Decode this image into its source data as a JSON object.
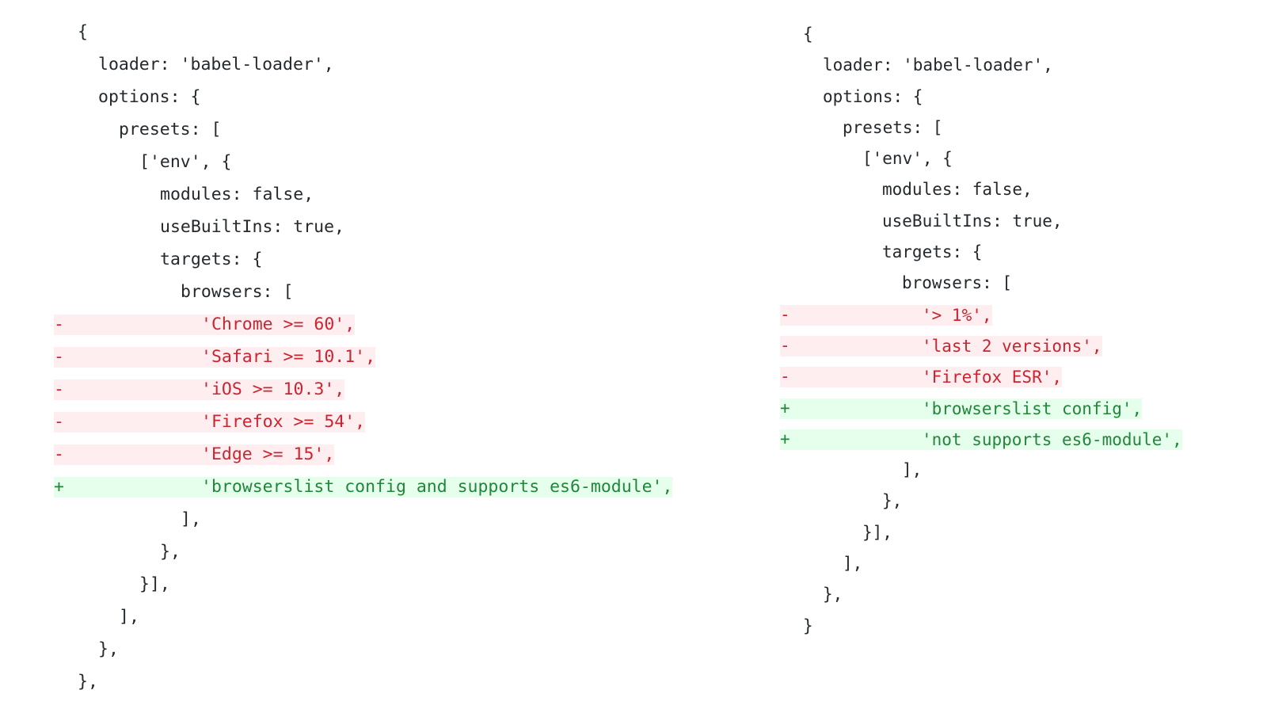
{
  "left_diff": {
    "lines": [
      {
        "type": "ctx",
        "marker": "",
        "indent": 1,
        "text": "{"
      },
      {
        "type": "ctx",
        "marker": "",
        "indent": 2,
        "text": "loader: 'babel-loader',"
      },
      {
        "type": "ctx",
        "marker": "",
        "indent": 2,
        "text": "options: {"
      },
      {
        "type": "ctx",
        "marker": "",
        "indent": 3,
        "text": "presets: ["
      },
      {
        "type": "ctx",
        "marker": "",
        "indent": 4,
        "text": "['env', {"
      },
      {
        "type": "ctx",
        "marker": "",
        "indent": 5,
        "text": "modules: false,"
      },
      {
        "type": "ctx",
        "marker": "",
        "indent": 5,
        "text": "useBuiltIns: true,"
      },
      {
        "type": "ctx",
        "marker": "",
        "indent": 5,
        "text": "targets: {"
      },
      {
        "type": "ctx",
        "marker": "",
        "indent": 6,
        "text": "browsers: ["
      },
      {
        "type": "del",
        "marker": "-",
        "indent": 7,
        "text": "'Chrome >= 60',"
      },
      {
        "type": "del",
        "marker": "-",
        "indent": 7,
        "text": "'Safari >= 10.1',"
      },
      {
        "type": "del",
        "marker": "-",
        "indent": 7,
        "text": "'iOS >= 10.3',"
      },
      {
        "type": "del",
        "marker": "-",
        "indent": 7,
        "text": "'Firefox >= 54',"
      },
      {
        "type": "del",
        "marker": "-",
        "indent": 7,
        "text": "'Edge >= 15',"
      },
      {
        "type": "add",
        "marker": "+",
        "indent": 7,
        "text": "'browserslist config and supports es6-module',"
      },
      {
        "type": "ctx",
        "marker": "",
        "indent": 6,
        "text": "],"
      },
      {
        "type": "ctx",
        "marker": "",
        "indent": 5,
        "text": "},"
      },
      {
        "type": "ctx",
        "marker": "",
        "indent": 4,
        "text": "}],"
      },
      {
        "type": "ctx",
        "marker": "",
        "indent": 3,
        "text": "],"
      },
      {
        "type": "ctx",
        "marker": "",
        "indent": 2,
        "text": "},"
      },
      {
        "type": "ctx",
        "marker": "",
        "indent": 1,
        "text": "},"
      }
    ]
  },
  "right_diff": {
    "lines": [
      {
        "type": "ctx",
        "marker": "",
        "indent": 1,
        "text": "{"
      },
      {
        "type": "ctx",
        "marker": "",
        "indent": 2,
        "text": "loader: 'babel-loader',"
      },
      {
        "type": "ctx",
        "marker": "",
        "indent": 2,
        "text": "options: {"
      },
      {
        "type": "ctx",
        "marker": "",
        "indent": 3,
        "text": "presets: ["
      },
      {
        "type": "ctx",
        "marker": "",
        "indent": 4,
        "text": "['env', {"
      },
      {
        "type": "ctx",
        "marker": "",
        "indent": 5,
        "text": "modules: false,"
      },
      {
        "type": "ctx",
        "marker": "",
        "indent": 5,
        "text": "useBuiltIns: true,"
      },
      {
        "type": "ctx",
        "marker": "",
        "indent": 5,
        "text": "targets: {"
      },
      {
        "type": "ctx",
        "marker": "",
        "indent": 6,
        "text": "browsers: ["
      },
      {
        "type": "del",
        "marker": "-",
        "indent": 7,
        "text": "'> 1%',"
      },
      {
        "type": "del",
        "marker": "-",
        "indent": 7,
        "text": "'last 2 versions',"
      },
      {
        "type": "del",
        "marker": "-",
        "indent": 7,
        "text": "'Firefox ESR',"
      },
      {
        "type": "add",
        "marker": "+",
        "indent": 7,
        "text": "'browserslist config',"
      },
      {
        "type": "add",
        "marker": "+",
        "indent": 7,
        "text": "'not supports es6-module',"
      },
      {
        "type": "ctx",
        "marker": "",
        "indent": 6,
        "text": "],"
      },
      {
        "type": "ctx",
        "marker": "",
        "indent": 5,
        "text": "},"
      },
      {
        "type": "ctx",
        "marker": "",
        "indent": 4,
        "text": "}],"
      },
      {
        "type": "ctx",
        "marker": "",
        "indent": 3,
        "text": "],"
      },
      {
        "type": "ctx",
        "marker": "",
        "indent": 2,
        "text": "},"
      },
      {
        "type": "ctx",
        "marker": "",
        "indent": 1,
        "text": "}"
      }
    ]
  },
  "colors": {
    "deletion_text": "#cb2431",
    "deletion_background": "#ffeef0",
    "addition_text": "#22863a",
    "addition_background": "#e6ffed",
    "context_text": "#24292e"
  }
}
